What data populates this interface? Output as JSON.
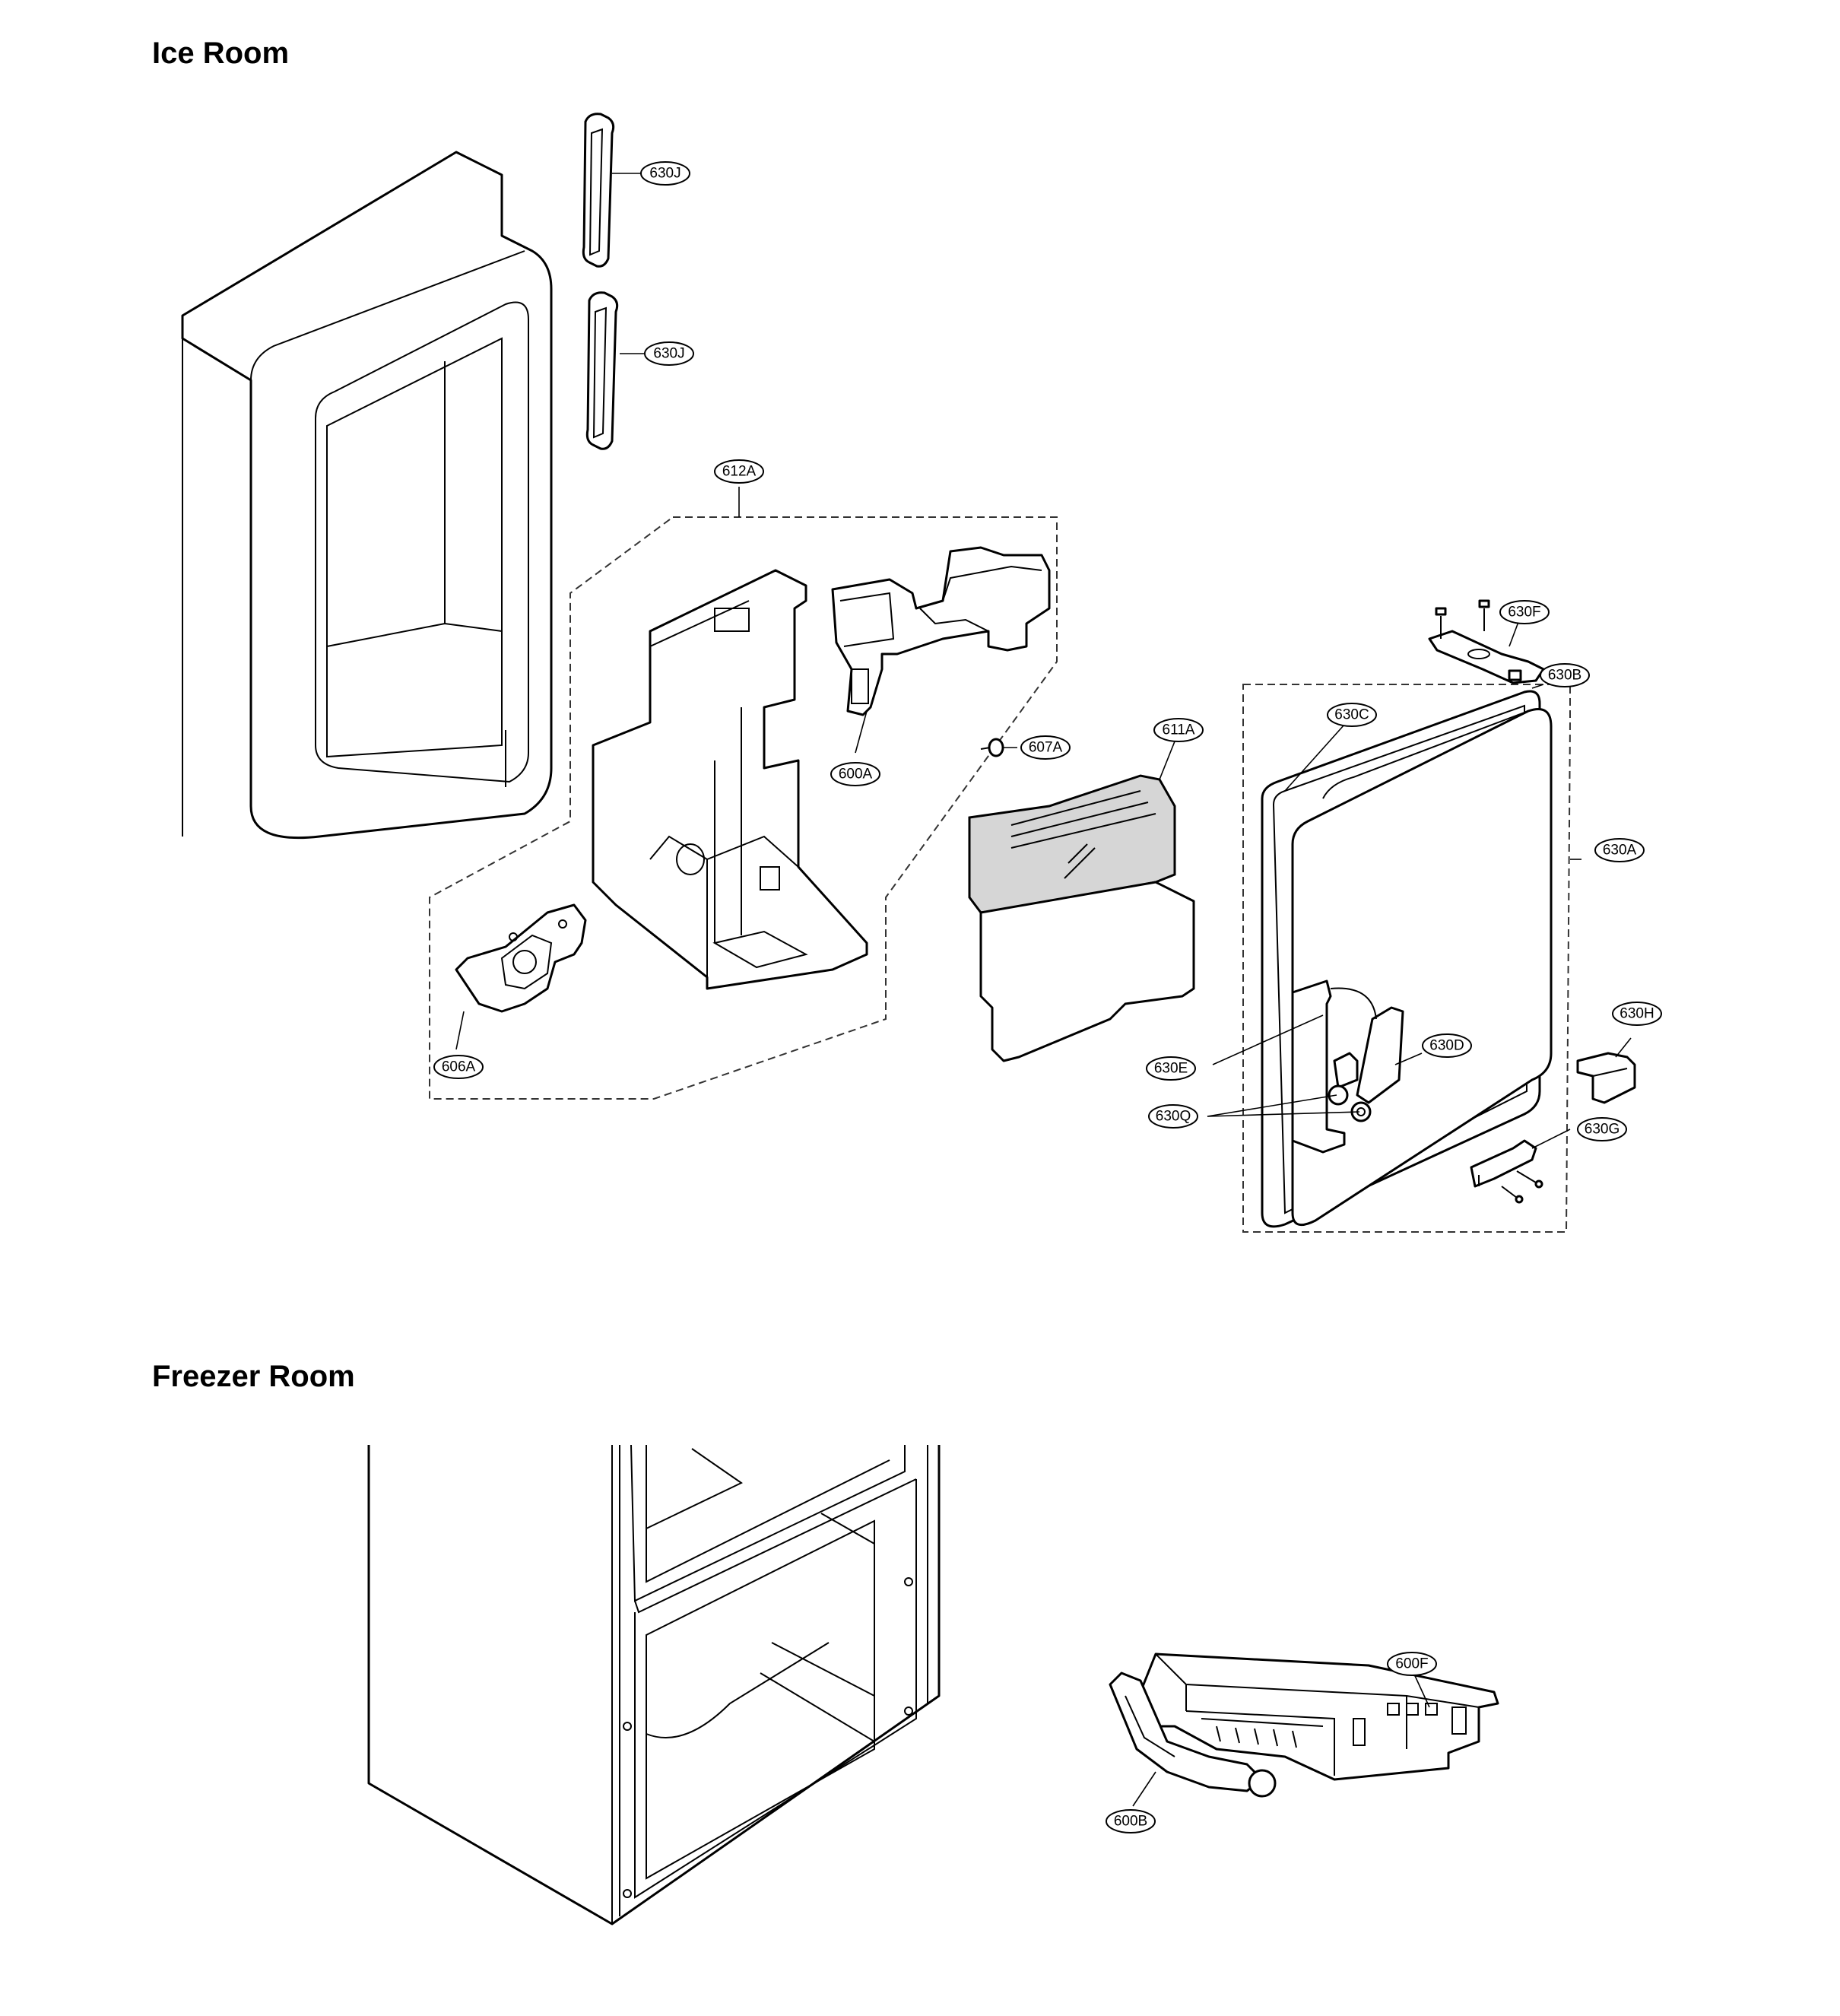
{
  "sections": {
    "ice_room": "Ice Room",
    "freezer_room": "Freezer Room"
  },
  "callouts": {
    "c630J_top": "630J",
    "c630J_bottom": "630J",
    "c612A": "612A",
    "c600A": "600A",
    "c607A": "607A",
    "c611A": "611A",
    "c606A": "606A",
    "c630F": "630F",
    "c630B": "630B",
    "c630C": "630C",
    "c630A": "630A",
    "c630H": "630H",
    "c630D": "630D",
    "c630E": "630E",
    "c630Q": "630Q",
    "c630G": "630G",
    "c600F": "600F",
    "c600B": "600B"
  }
}
